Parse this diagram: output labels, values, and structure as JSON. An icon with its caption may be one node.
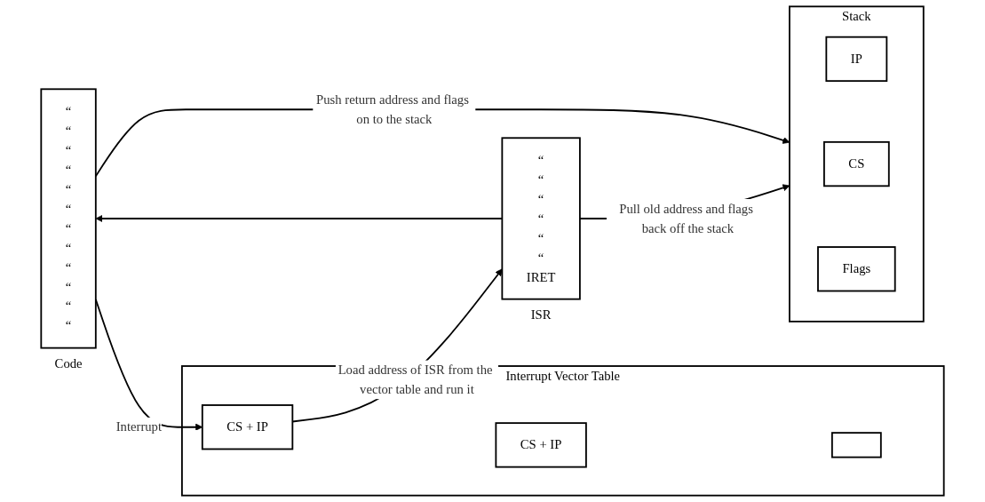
{
  "diagram": {
    "nodes": [
      {
        "text": [
          "“",
          "“",
          "“",
          "“",
          "“",
          "“",
          "“",
          "“",
          "“",
          "“",
          "“",
          "“"
        ],
        "beside": [
          "Code"
        ]
      },
      {
        "text": [],
        "shape": "box",
        "beside": [
          "Interrupt Vector Table"
        ]
      },
      {
        "text": [
          "CS + IP"
        ],
        "in": 1
      },
      {
        "text": [
          "CS + IP"
        ],
        "in": 1
      },
      {
        "text": [],
        "shape": "box",
        "in": 1
      },
      {
        "text": [
          "“",
          "“",
          "“",
          "“",
          "“",
          "“",
          "IRET"
        ],
        "beside": [
          "ISR"
        ]
      },
      {
        "text": [],
        "shape": "box",
        "beside": [
          "Stack"
        ]
      },
      {
        "text": [
          "IP"
        ],
        "in": 6
      },
      {
        "text": [
          "CS"
        ],
        "in": 6
      },
      {
        "text": [
          "Flags"
        ],
        "in": 6
      }
    ],
    "edges": [
      {
        "from": 0,
        "to": 2,
        "arrow": "to",
        "label": "Interrupt"
      },
      {
        "from": 2,
        "to": 5,
        "arrow": "to",
        "label": "Load address of ISR from the vector table and run it"
      },
      {
        "from": 0,
        "to": 6,
        "arrow": "to",
        "label": "Push return address and flags on to the stack"
      },
      {
        "from": 5,
        "to": 6,
        "arrow": "to",
        "label": "Pull old address and flags back off the stack"
      },
      {
        "from": 5,
        "to": 0,
        "arrow": "to"
      }
    ]
  }
}
